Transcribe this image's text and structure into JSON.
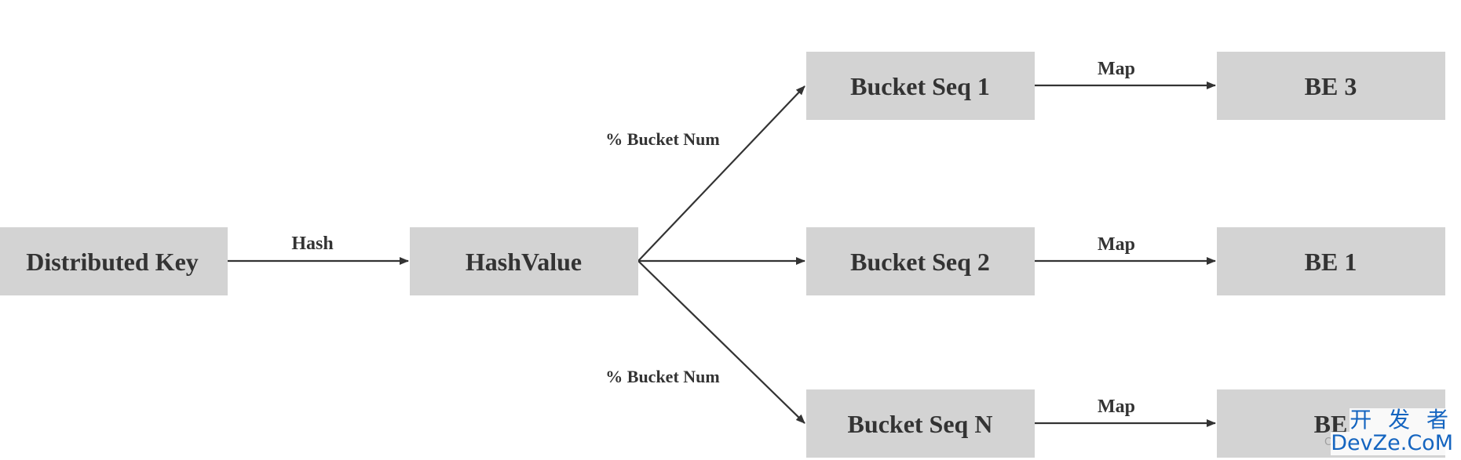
{
  "nodes": {
    "distributed_key": "Distributed Key",
    "hash_value": "HashValue",
    "bucket_seq_1": "Bucket Seq 1",
    "bucket_seq_2": "Bucket Seq 2",
    "bucket_seq_n": "Bucket Seq N",
    "be_3": "BE 3",
    "be_1": "BE 1",
    "be_n": "BE"
  },
  "edges": {
    "hash_label": "Hash",
    "bucket_num_top": "% Bucket Num",
    "bucket_num_bottom": "% Bucket Num",
    "map_1": "Map",
    "map_2": "Map",
    "map_3": "Map"
  },
  "watermark": {
    "site_cn": "开 发 者",
    "site_en": "DevZe.CoM",
    "csdn": "CSDN"
  },
  "colors": {
    "node_fill": "#d3d3d3",
    "text": "#333333",
    "watermark": "#1565c0"
  }
}
